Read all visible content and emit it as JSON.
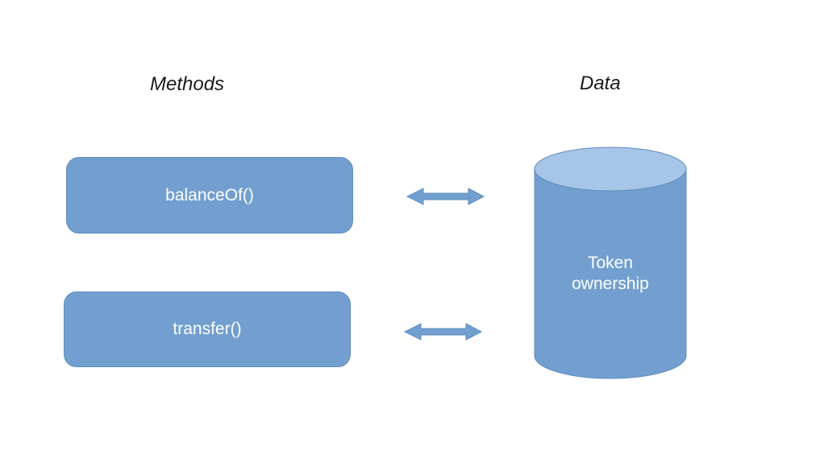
{
  "headings": {
    "methods": "Methods",
    "data": "Data"
  },
  "methods": [
    {
      "label": "balanceOf()"
    },
    {
      "label": "transfer()"
    }
  ],
  "store": {
    "label_line1": "Token",
    "label_line2": "ownership"
  },
  "colors": {
    "box_fill": "#729fcf",
    "box_border": "#5f8dbf",
    "cylinder_top": "#a7c5e6",
    "arrow_fill": "#729fcf",
    "text_on_shape": "#ffffff",
    "heading_text": "#1a1a1a"
  }
}
